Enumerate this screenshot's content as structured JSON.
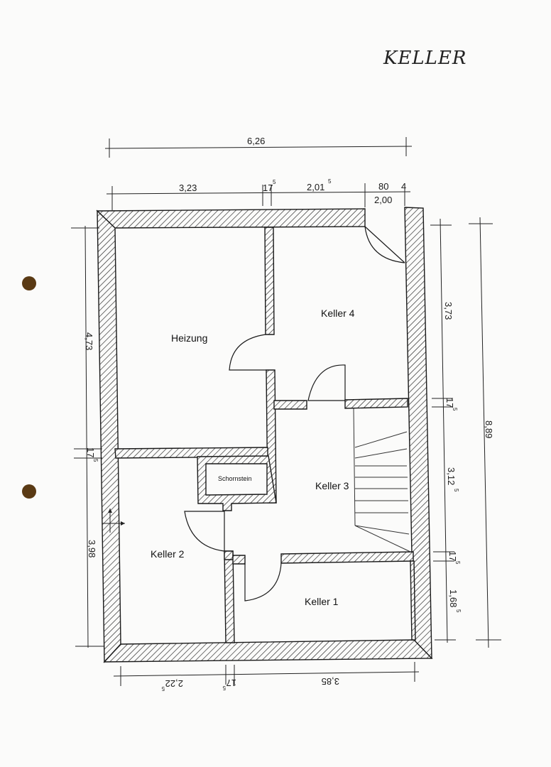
{
  "sheet": {
    "handwritten_title": "KELLER",
    "paper_color": "#fbfbfa",
    "punch_hole_color": "#5a3a14"
  },
  "rooms": {
    "heizung": "Heizung",
    "keller4": "Keller 4",
    "keller3": "Keller 3",
    "keller2": "Keller 2",
    "keller1": "Keller 1",
    "schornstein": "Schornstein"
  },
  "dimensions": {
    "top_total": "6,26",
    "top_a": "3,23",
    "top_b_main": "17",
    "top_b_sup": "5",
    "top_c_main": "2,01",
    "top_c_sup": "5",
    "top_d": "80",
    "top_e": "4",
    "door_width": "2,00",
    "left_upper": "4,73",
    "left_mid_main": "17",
    "left_mid_sup": "5",
    "left_lower": "3,98",
    "right_upper": "3,73",
    "right_a_main": "17",
    "right_a_sup": "5",
    "right_mid_main": "3,12",
    "right_mid_sup": "5",
    "right_b_main": "17",
    "right_b_sup": "5",
    "right_lower_main": "1,68",
    "right_lower_sup": "5",
    "right_total": "8,89",
    "bottom_a_main": "2,22",
    "bottom_a_sup": "5",
    "bottom_b_main": "17",
    "bottom_b_sup": "5",
    "bottom_c": "3,85"
  }
}
